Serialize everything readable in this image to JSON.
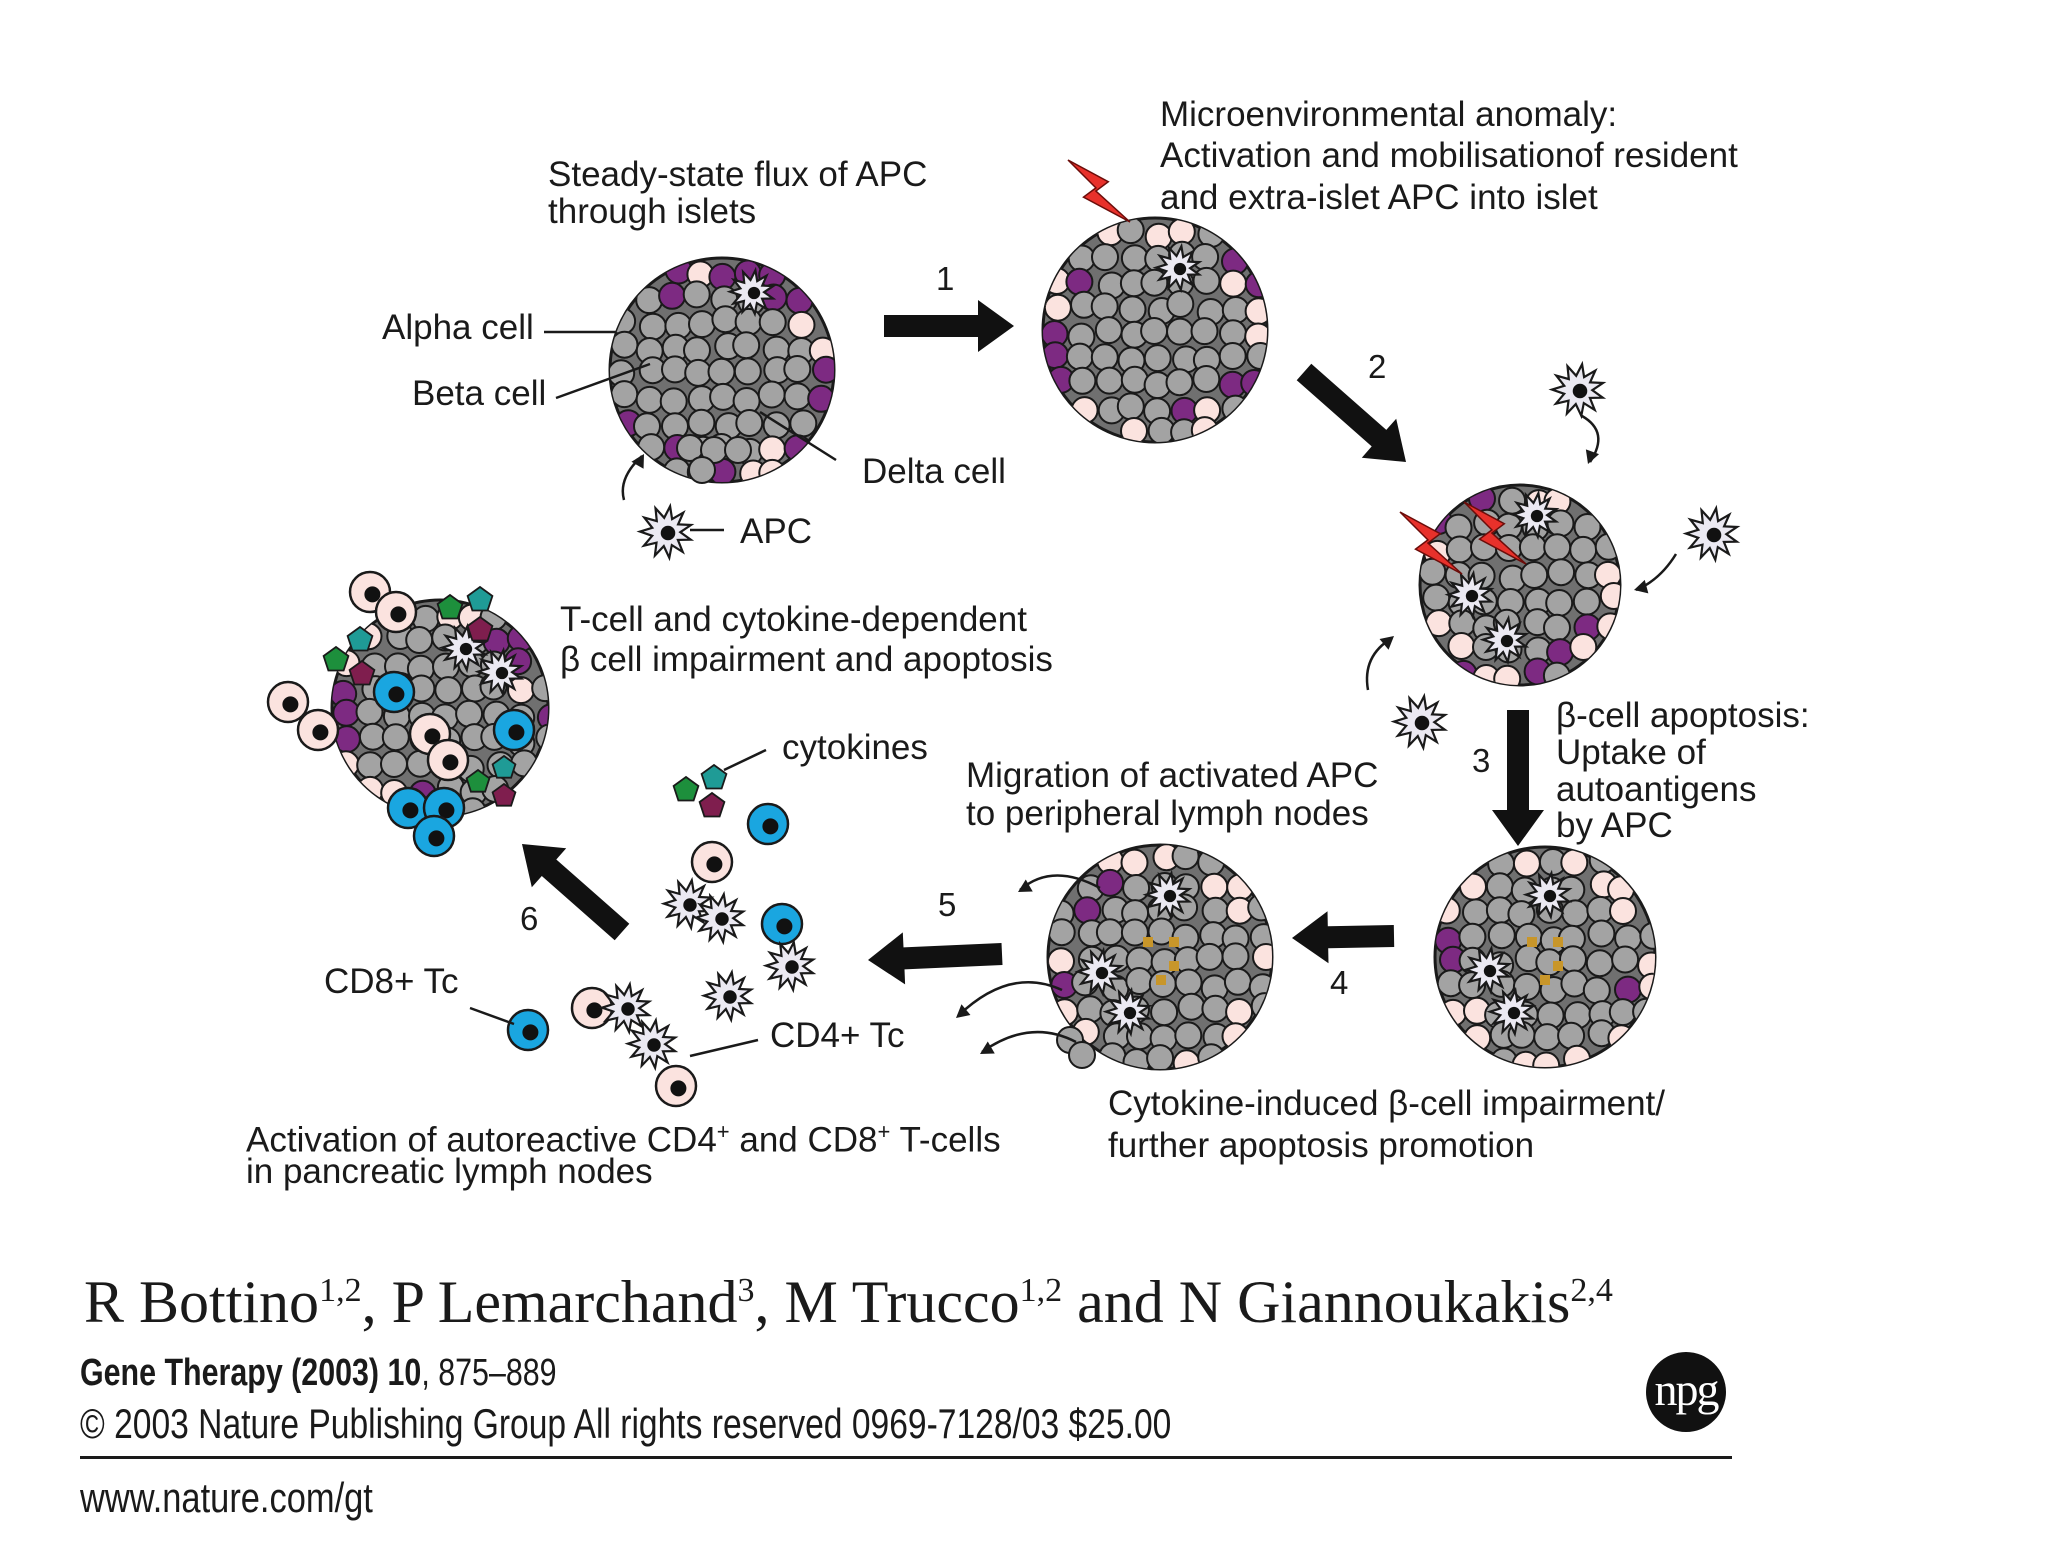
{
  "labels": {
    "steady_state": [
      "Steady-state flux of APC",
      "through islets"
    ],
    "micro_anomaly": [
      "Microenvironmental anomaly:",
      "Activation and mobilisationof resident",
      "and extra-islet APC into islet"
    ],
    "alpha_cell": "Alpha cell",
    "beta_cell": "Beta cell",
    "delta_cell": "Delta cell",
    "apc": "APC",
    "tcell_cytokine": [
      "T-cell and cytokine-dependent",
      "β cell impairment and apoptosis"
    ],
    "cytokines": "cytokines",
    "beta_apoptosis": [
      "β-cell apoptosis:",
      "Uptake of",
      "autoantigens",
      "by APC"
    ],
    "migration": [
      "Migration of activated APC",
      "to peripheral lymph nodes"
    ],
    "cd8": "CD8+ Tc",
    "cd4": "CD4+ Tc",
    "activation": [
      "Activation of autoreactive CD4",
      "+",
      " and CD8",
      "+",
      " T-cells",
      "in pancreatic lymph nodes"
    ],
    "cytokine_induced": [
      "Cytokine-induced β-cell impairment/",
      "further apoptosis promotion"
    ]
  },
  "steps": [
    "1",
    "2",
    "3",
    "4",
    "5",
    "6"
  ],
  "citation": {
    "authors": [
      {
        "name": "R Bottino",
        "sup": "1,2",
        "sep": ", "
      },
      {
        "name": "P Lemarchand",
        "sup": "3",
        "sep": ", "
      },
      {
        "name": "M Trucco",
        "sup": "1,2",
        "sep": " and "
      },
      {
        "name": "N Giannoukakis",
        "sup": "2,4",
        "sep": ""
      }
    ],
    "journal": "Gene Therapy (2003) 10",
    "pages": ", 875–889",
    "copyright": "© 2003 Nature Publishing Group All rights reserved 0969-7128/03 $25.00",
    "url": "www.nature.com/gt",
    "logo": "npg"
  },
  "colors": {
    "beta": "#a3a3a3",
    "alpha": "#fbe3df",
    "delta": "#7d2a82",
    "islet": "#707070",
    "cd8": "#1aa6e0",
    "lightning": "#e8312b",
    "cytokine_green": "#1d8f3c",
    "cytokine_teal": "#1f9b96",
    "cytokine_maroon": "#7f1e4e",
    "antigen": "#c8962a"
  }
}
